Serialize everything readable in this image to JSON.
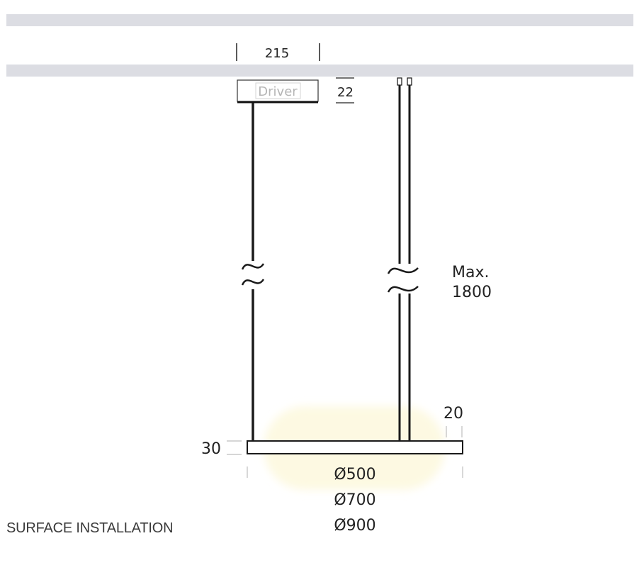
{
  "dimensions": {
    "driver_width": "215",
    "driver_height": "22",
    "max_length_line1": "Max.",
    "max_length_line2": "1800",
    "disc_thickness": "20",
    "canopy_thickness": "30",
    "diameters": [
      "Ø500",
      "Ø700",
      "Ø900"
    ]
  },
  "driver": {
    "label": "Driver"
  },
  "caption": "SURFACE INSTALLATION",
  "colors": {
    "ceiling": "#dcdde3",
    "line": "#1a1a1a",
    "glow": "#fdf9e2",
    "dim_tick": "#bdbdbd"
  }
}
